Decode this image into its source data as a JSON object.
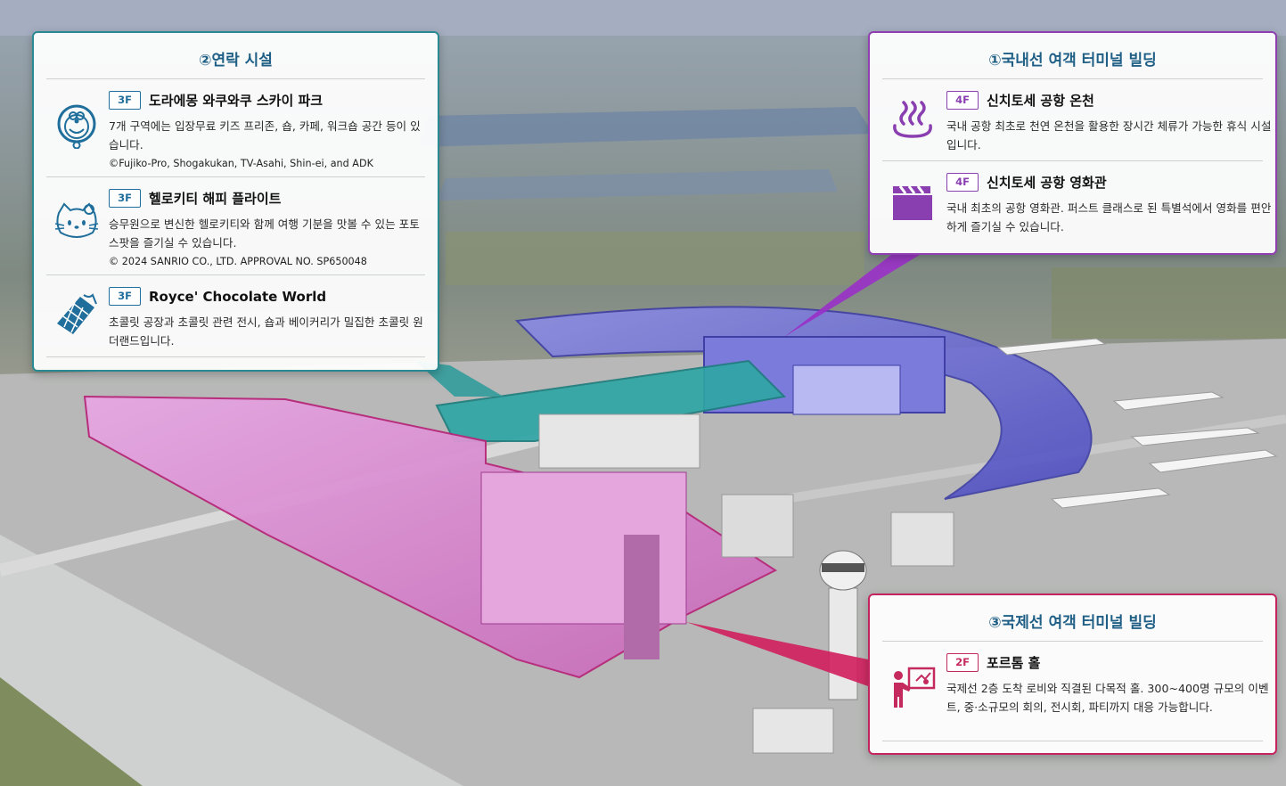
{
  "colors": {
    "facilities_accent": "#2a8a92",
    "domestic_accent": "#8f3fb0",
    "international_accent": "#c4245e",
    "title_text": "#1f5f86"
  },
  "panel_facilities": {
    "title": "②연락 시설",
    "entries": [
      {
        "floor": "3F",
        "name": "도라에몽 와쿠와쿠 스카이 파크",
        "description": "7개 구역에는 입장무료 키즈 프리존, 숍, 카페, 워크숍 공간 등이 있습니다.",
        "credit": "©Fujiko-Pro, Shogakukan, TV-Asahi, Shin-ei, and ADK",
        "icon": "doraemon-icon"
      },
      {
        "floor": "3F",
        "name": "헬로키티 해피 플라이트",
        "description": "승무원으로 변신한 헬로키티와 함께 여행 기분을 맛볼 수 있는 포토 스팟을 즐기실 수 있습니다.",
        "credit": "© 2024 SANRIO CO., LTD. APPROVAL NO. SP650048",
        "icon": "hello-kitty-icon"
      },
      {
        "floor": "3F",
        "name": "Royce' Chocolate World",
        "description": "초콜릿 공장과 초콜릿 관련 전시, 숍과 베이커리가 밀집한 초콜릿 원더랜드입니다.",
        "icon": "chocolate-icon"
      }
    ]
  },
  "panel_domestic": {
    "title": "①국내선 여객 터미널 빌딩",
    "entries": [
      {
        "floor": "4F",
        "name": "신치토세 공항 온천",
        "description": "국내 공항 최초로 천연 온천을 활용한 장시간 체류가 가능한 휴식 시설입니다.",
        "icon": "hot-spring-icon"
      },
      {
        "floor": "4F",
        "name": "신치토세 공항 영화관",
        "description": "국내 최초의 공항 영화관. 퍼스트 클래스로 된 특별석에서 영화를 편안하게 즐기실 수 있습니다.",
        "icon": "clapperboard-icon"
      }
    ]
  },
  "panel_international": {
    "title": "③국제선 여객 터미널 빌딩",
    "entries": [
      {
        "floor": "2F",
        "name": "포르톰 홀",
        "description": "국제선 2층 도착 로비와 직결된 다목적 홀. 300~400명 규모의 이벤트, 중·소규모의 회의, 전시회, 파티까지 대응 가능합니다.",
        "icon": "presentation-icon"
      }
    ]
  }
}
